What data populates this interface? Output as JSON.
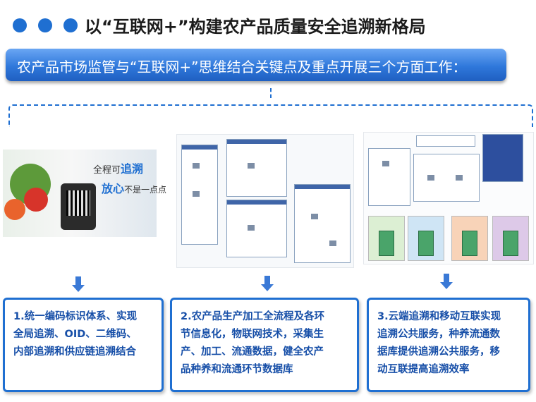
{
  "header": {
    "title": "以“互联网+”构建农产品质量安全追溯新格局",
    "banner": "农产品市场监管与“互联网+”思维结合关键点及重点开展三个方面工作："
  },
  "photo": {
    "slogan_prefix": "全程可",
    "slogan_em1": "追溯",
    "slogan2_em": "放心",
    "slogan2_suffix": "不是一点点"
  },
  "cards": [
    {
      "lines": [
        "1.统一编码标识体系、实现",
        "全局追溯、OID、二维码、",
        "内部追溯和供应链追溯结合"
      ]
    },
    {
      "lines": [
        "2.农产品生产加工全流程及各环",
        "节信息化，物联网技术，采集生",
        "产、加工、流通数据，健全农产",
        "品种养和流通环节数据库"
      ]
    },
    {
      "lines": [
        "3.云端追溯和移动互联实现",
        "追溯公共服务，种养流通数",
        "据库提供追溯公共服务，移",
        "动互联提高追溯效率"
      ]
    }
  ],
  "colors": {
    "accent": "#1f6fd1",
    "card_text": "#174fa8"
  }
}
